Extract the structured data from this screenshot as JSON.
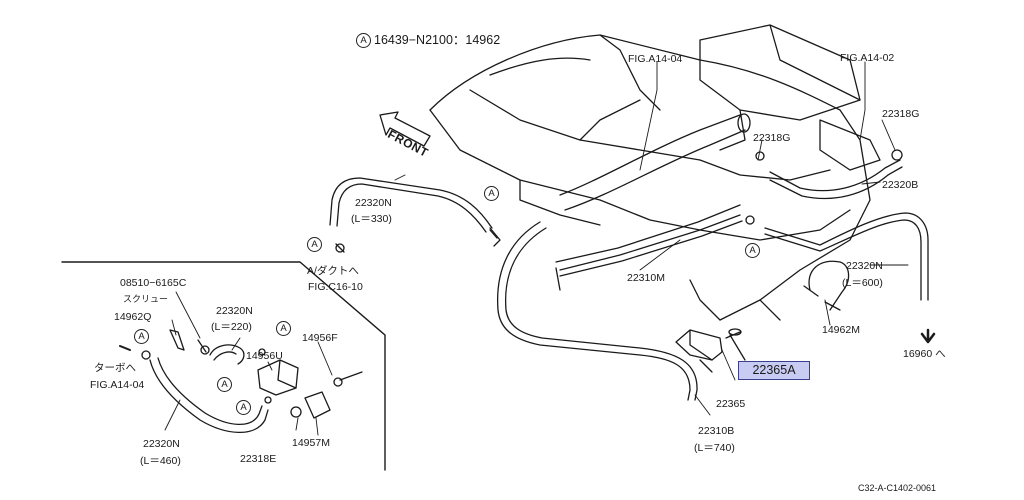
{
  "legend": {
    "marker": "A",
    "text": "16439−N2100：14962"
  },
  "direction": {
    "label": "FRONT"
  },
  "figure_refs": {
    "top": "FIG.A14-04",
    "top_right": "FIG.A14-02",
    "duct_fig": "FIG.C16-10",
    "turbo_fig": "FIG.A14-04"
  },
  "parts": {
    "p22318G_a": "22318G",
    "p22318G_b": "22318G",
    "p22320B": "22320B",
    "p22320N_top": "22320N",
    "p22320N_top_len": "(L＝330)",
    "p22310M": "22310M",
    "p22320N_right": "22320N",
    "p22320N_right_len": "(L＝600)",
    "p14962M": "14962M",
    "p16960": "16960 へ",
    "p22365A": "22365A",
    "p22365": "22365",
    "p22310B": "22310B",
    "p22310B_len": "(L＝740)"
  },
  "notes": {
    "duct": "A/ダクトへ",
    "turbo": "ターボへ",
    "screw": "スクリュー"
  },
  "inset": {
    "p08510": "08510−6165C",
    "p14962Q": "14962Q",
    "p22320N_mid": "22320N",
    "p22320N_mid_len": "(L＝220)",
    "p14956F": "14956F",
    "p14956U": "14956U",
    "p22320N_low": "22320N",
    "p22320N_low_len": "(L＝460)",
    "p22318E": "22318E",
    "p14957M": "14957M"
  },
  "marker_letter": "A",
  "drawing_code": "C32-A-C1402-0061",
  "colors": {
    "line": "#1a1a1a",
    "highlight_fill": "#c9ccf2",
    "highlight_border": "#3a3f8f"
  }
}
